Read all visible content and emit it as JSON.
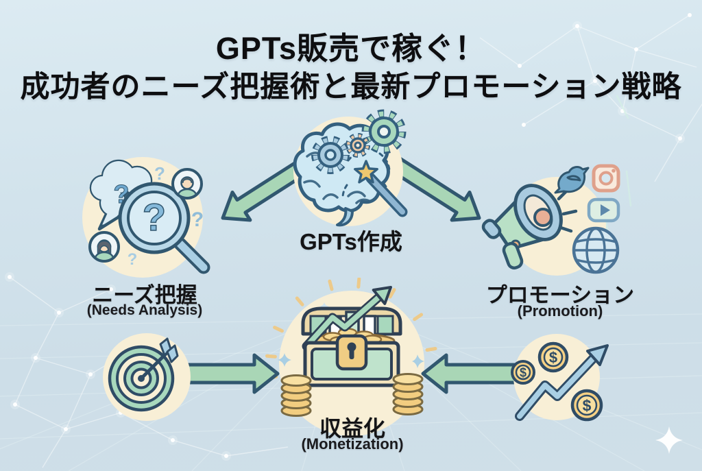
{
  "title": {
    "line1": "GPTs販売で稼ぐ！",
    "line2": "成功者のニーズ把握術と最新プロモーション戦略"
  },
  "nodes": {
    "creation": {
      "label": "GPTs作成"
    },
    "needs": {
      "label": "ニーズ把握",
      "sublabel": "(Needs Analysis)"
    },
    "promotion": {
      "label": "プロモーション",
      "sublabel": "(Promotion)"
    },
    "monetization": {
      "label": "収益化",
      "sublabel": "(Monetization)"
    }
  },
  "glyphs": {
    "question_mark": "?",
    "dollar_sign": "$"
  },
  "icons": {
    "creation": "brain-with-gears-and-magic-wand",
    "needs": "magnifying-glass-with-question-marks-and-avatars",
    "promotion": "megaphone-with-social-media-icons",
    "monetization": "treasure-chest-with-growth-arrow-and-coins",
    "needs_to_monetization": "target-with-dart",
    "promotion_to_monetization": "rising-zigzag-arrow-with-dollar-coins",
    "social": [
      "twitter-bird",
      "instagram",
      "youtube-play",
      "globe"
    ]
  },
  "colors": {
    "background": "#d2e3ec",
    "panel_cream": "#f8efd6",
    "arrow_green": "#a9d6b6",
    "outline_navy": "#31576f",
    "accent_blue": "#a9cfe4",
    "brain_blue": "#cfe9f4",
    "gear_green": "#a8d8bd",
    "gear_salmon": "#ecc9a6",
    "coin_gold": "#f4d084",
    "star_gold": "#edc76f",
    "instagram_salmon": "#dfa08b"
  }
}
